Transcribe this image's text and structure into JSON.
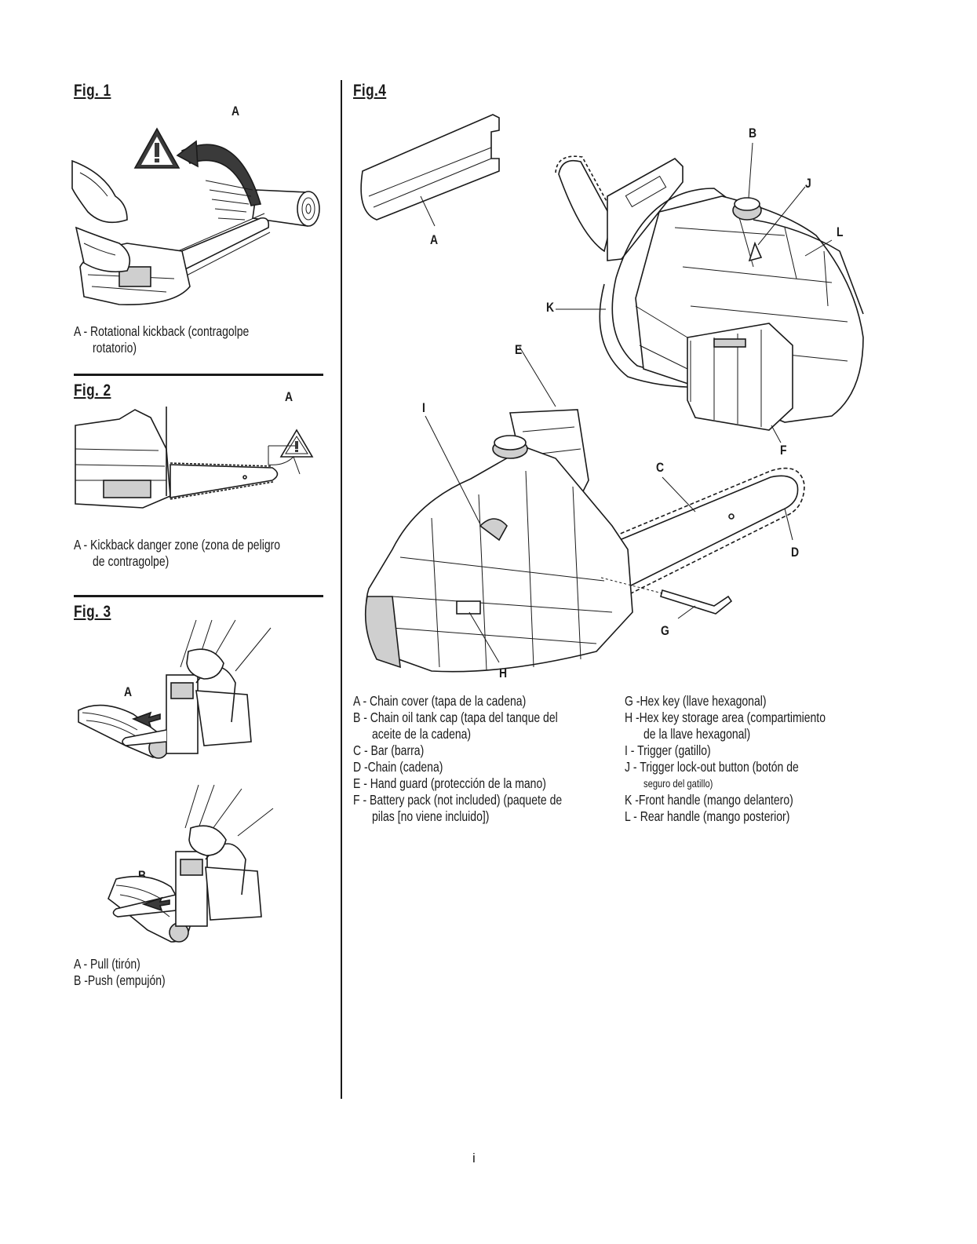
{
  "figures": {
    "fig1": {
      "label": "Fig. 1",
      "callout_a": "A",
      "caption_line1": "A - Rotational kickback (contragolpe",
      "caption_line2": "rotatorio)"
    },
    "fig2": {
      "label": "Fig. 2",
      "callout_a": "A",
      "caption_line1": "A - Kickback danger zone (zona de peligro",
      "caption_line2": "de contragolpe)"
    },
    "fig3": {
      "label": "Fig. 3",
      "callout_a": "A",
      "callout_b": "B",
      "caption_line1": "A - Pull (tirón)",
      "caption_line2": "B -Push (empujón)"
    },
    "fig4": {
      "label": "Fig.4",
      "callouts": {
        "a": "A",
        "b": "B",
        "c": "C",
        "d": "D",
        "e": "E",
        "f": "F",
        "g": "G",
        "h": "H",
        "i": "I",
        "j": "J",
        "k": "K",
        "l": "L"
      },
      "legend_left": [
        "A - Chain cover (tapa de la cadena)",
        "B - Chain oil tank cap (tapa del tanque del",
        "aceite de la cadena)",
        "C - Bar (barra)",
        "D -Chain (cadena)",
        "E - Hand guard (protección de la mano)",
        "F - Battery pack (not included) (paquete de",
        "pilas [no viene incluido])"
      ],
      "legend_right": [
        "G -Hex key (llave hexagonal)",
        "H -Hex key storage area (compartimiento",
        "de la llave hexagonal)",
        "I - Trigger (gatillo)",
        "J - Trigger lock-out button (botón de",
        "seguro del gatillo)",
        "K -Front handle (mango delantero)",
        "L - Rear handle (mango posterior)"
      ]
    }
  },
  "page_number": "i"
}
